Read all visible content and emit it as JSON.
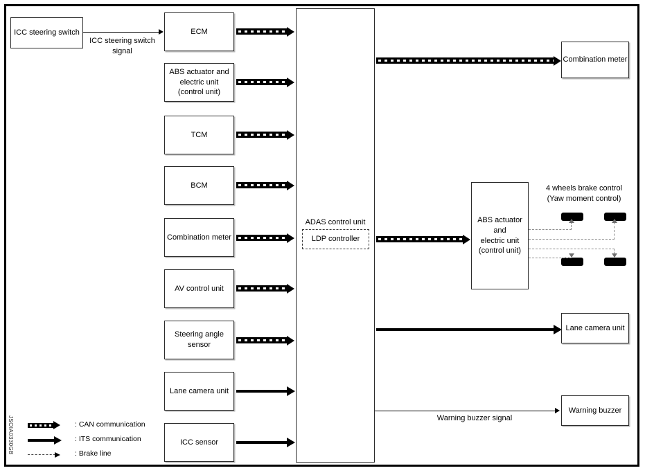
{
  "figure": {
    "id_watermark": "JSOIA0330GB"
  },
  "input_switch": {
    "label": "ICC steering switch",
    "signal_label": "ICC steering switch\nsignal"
  },
  "can_inputs": [
    {
      "label": "ECM"
    },
    {
      "label": "ABS actuator and\nelectric unit\n(control unit)"
    },
    {
      "label": "TCM"
    },
    {
      "label": "BCM"
    },
    {
      "label": "Combination meter"
    },
    {
      "label": "AV control unit"
    },
    {
      "label": "Steering angle\nsensor"
    }
  ],
  "its_inputs": [
    {
      "label": "Lane camera unit"
    },
    {
      "label": "ICC sensor"
    }
  ],
  "controller": {
    "title": "ADAS control unit",
    "sub_unit": "LDP controller"
  },
  "outputs": {
    "combination_meter": "Combination meter",
    "abs_unit": "ABS actuator\nand\nelectric unit\n(control unit)",
    "lane_camera_unit": "Lane camera unit",
    "warning_buzzer": "Warning buzzer",
    "warning_buzzer_signal": "Warning buzzer signal",
    "brake_control_note": "4 wheels brake control\n(Yaw moment control)"
  },
  "legend": [
    {
      "type": "can",
      "text": ": CAN communication"
    },
    {
      "type": "its",
      "text": ": ITS communication"
    },
    {
      "type": "brake",
      "text": ": Brake line"
    }
  ]
}
